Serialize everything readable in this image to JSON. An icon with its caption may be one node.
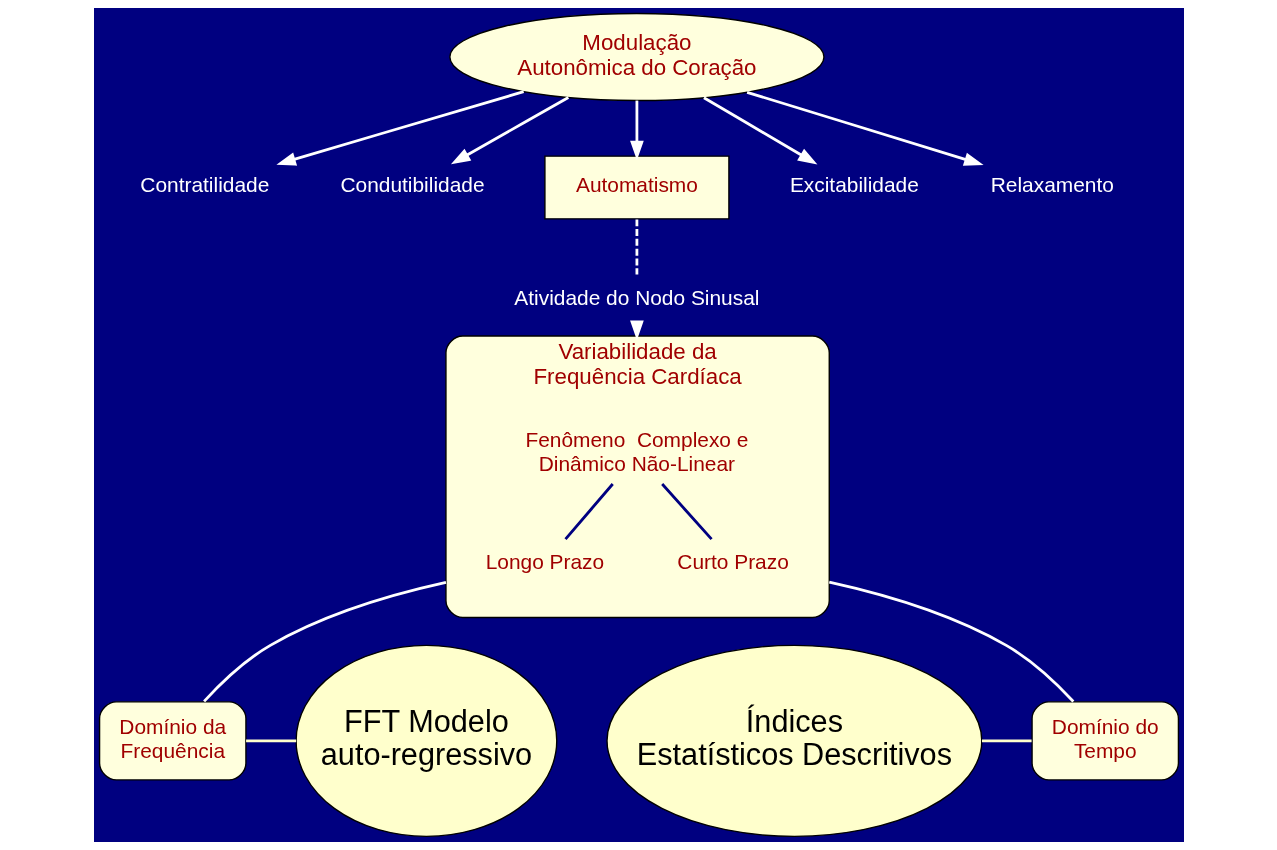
{
  "diagram": {
    "nodes": [
      {
        "text": [
          "Modulação Autonômica do Coração"
        ]
      },
      {
        "text": [
          "Contratilidade"
        ]
      },
      {
        "text": [
          "Relaxamento"
        ]
      },
      {
        "text": [
          "Condutibilidade"
        ]
      },
      {
        "text": [
          "Automatismo"
        ]
      },
      {
        "text": [
          "Excitabilidade"
        ]
      },
      {
        "text": [
          "Atividade do Nodo Sinusal"
        ]
      },
      {
        "text": [
          "Variabilidade da Frequência Cardíaca"
        ]
      },
      {
        "text": [
          "Fenômeno  Complexo e Dinâmico Não-Linear"
        ],
        "in": 7
      },
      {
        "text": [
          "Curto Prazo"
        ],
        "in": 7
      },
      {
        "text": [
          "Longo Prazo"
        ],
        "in": 7
      },
      {
        "text": [
          "Domínio do Tempo"
        ]
      },
      {
        "text": [
          "Domínio da Frequência"
        ]
      },
      {
        "text": [
          "Índices Estatísticos Descritivos"
        ]
      },
      {
        "text": [
          "FFT Modelo auto-regressivo"
        ]
      }
    ],
    "edges": [
      {
        "from": 0,
        "to": 1,
        "arrow": "to"
      },
      {
        "from": 0,
        "to": 2,
        "arrow": "to"
      },
      {
        "from": 0,
        "to": 3,
        "arrow": "to"
      },
      {
        "from": 0,
        "to": 4,
        "arrow": "to"
      },
      {
        "from": 0,
        "to": 5,
        "arrow": "to"
      },
      {
        "from": 4,
        "to": 6,
        "arrow": "none",
        "style": "dashed"
      },
      {
        "from": 6,
        "to": 7,
        "arrow": "to"
      },
      {
        "from": 8,
        "to": 9,
        "arrow": "none",
        "color": "#000080"
      },
      {
        "from": 8,
        "to": 10,
        "arrow": "none",
        "color": "#000080"
      },
      {
        "from": 7,
        "to": 11,
        "arrow": "none"
      },
      {
        "from": 7,
        "to": 12,
        "arrow": "none"
      },
      {
        "from": 13,
        "to": 11,
        "arrow": "none",
        "color": "#ffffcc"
      },
      {
        "from": 12,
        "to": 14,
        "arrow": "none",
        "color": "#ffffcc"
      }
    ]
  }
}
